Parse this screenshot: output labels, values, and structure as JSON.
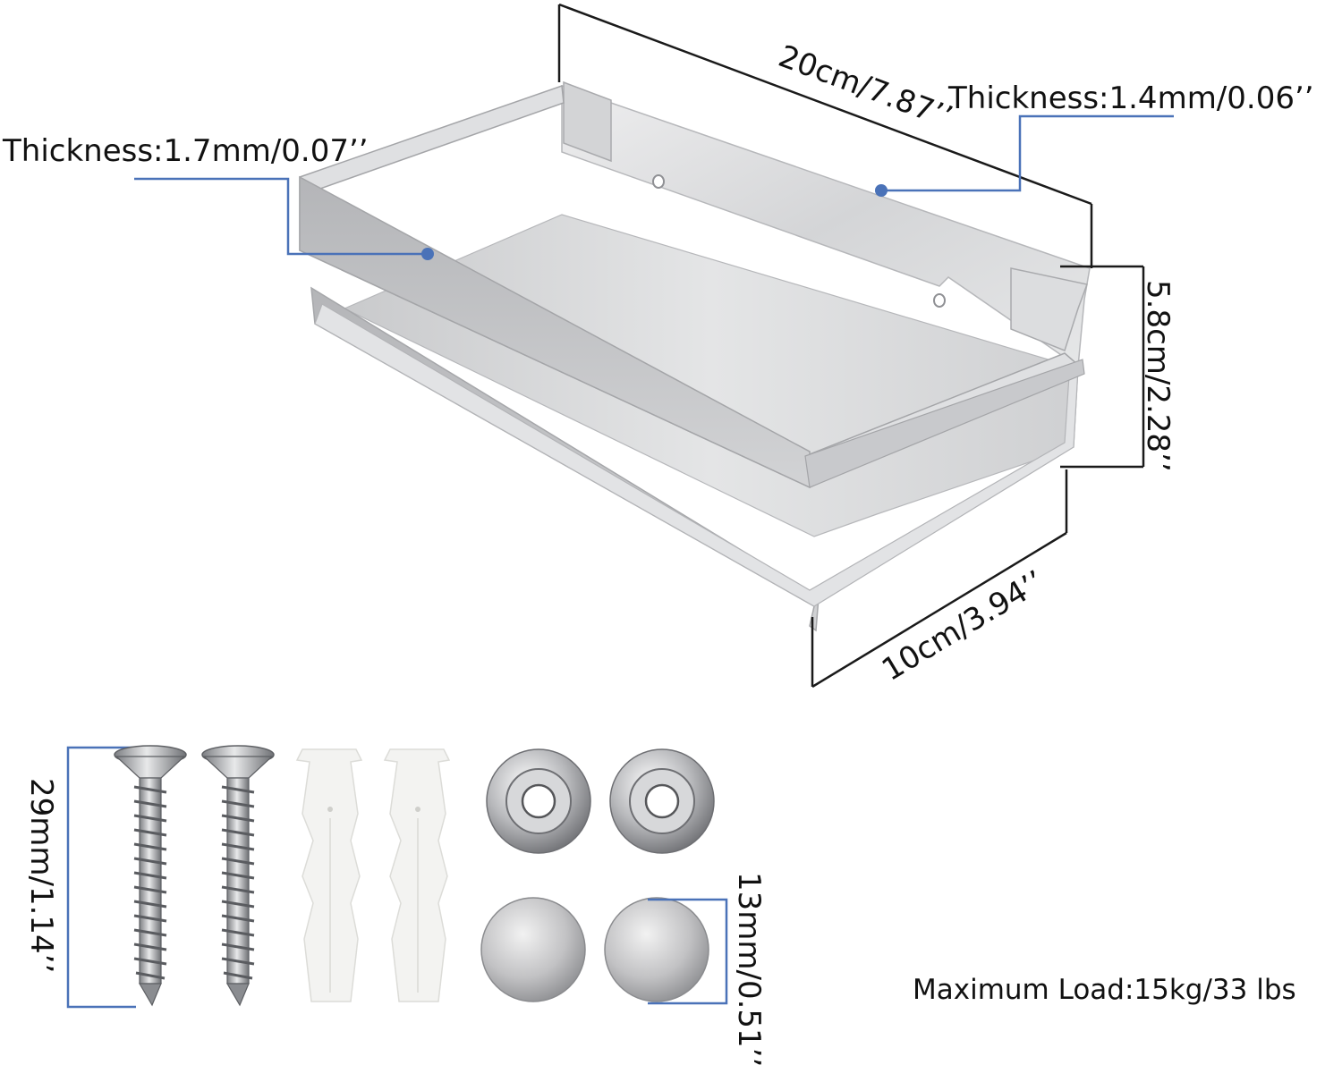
{
  "labels": {
    "width_dim": "20cm/7.87’’",
    "thickness_back": "Thickness:1.4mm/0.06’’",
    "thickness_front": "Thickness:1.7mm/0.07’’",
    "height_dim": "5.8cm/2.28’’",
    "depth_dim": "10cm/3.94’’",
    "screw_length": "29mm/1.14’’",
    "cap_diameter": "13mm/0.51’’",
    "max_load": "Maximum Load:15kg/33 lbs"
  },
  "colors": {
    "annotation_blue": "#4a72b8",
    "dimension_line": "#1a1a1a",
    "steel": "#d9dadc"
  },
  "icons": {
    "screw": "screw-icon",
    "anchor": "wall-anchor-icon",
    "washer": "washer-icon",
    "cap": "screw-cap-icon"
  }
}
